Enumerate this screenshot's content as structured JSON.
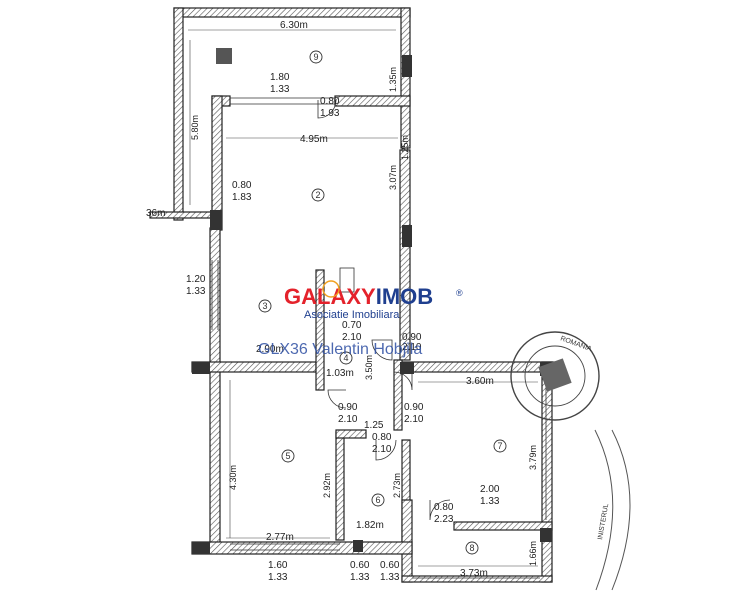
{
  "watermark": {
    "logo_parts": [
      "GAL",
      "AXY",
      "IMOB"
    ],
    "logo_mark": "®",
    "tagline": "Asociatie Imobiliara",
    "agent": "GLX36 Valentin Hobjila",
    "colors": {
      "gal": "#e4222b",
      "axy": "#e4222b",
      "imob": "#1f3f8f",
      "agent": "#2e4fa3"
    }
  },
  "stamp": {
    "text": "ROMANIA",
    "side_text": "INISTERUL"
  },
  "rooms": [
    {
      "id": "room-9",
      "number": "9"
    },
    {
      "id": "room-2",
      "number": "2"
    },
    {
      "id": "room-3",
      "number": "3"
    },
    {
      "id": "room-4",
      "number": "4"
    },
    {
      "id": "room-5",
      "number": "5"
    },
    {
      "id": "room-6",
      "number": "6"
    },
    {
      "id": "room-7",
      "number": "7"
    },
    {
      "id": "room-8",
      "number": "8"
    }
  ],
  "dimensions": {
    "d_630": "6.30m",
    "d_180": "1.80",
    "d_133a": "1.33",
    "d_080a": "0.80",
    "d_193": "1.93",
    "d_135": "1.35m",
    "d_580": "5.80m",
    "d_495": "4.95m",
    "d_307": "3.07m",
    "d_125a": "1.25m",
    "d_080b": "0.80",
    "d_183": "1.83",
    "d_36": "36m",
    "d_120": "1.20",
    "d_133b": "1.33",
    "d_070": "0.70",
    "d_210a": "2.10",
    "d_090a": "0.90",
    "d_210b": "2.10",
    "d_290": "2.90m",
    "d_103": "1.03m",
    "d_350": "3.50m",
    "d_360": "3.60m",
    "d_090b": "0.90",
    "d_210c": "2.10",
    "d_090c": "0.90",
    "d_210d": "2.10",
    "d_125b": "1.25",
    "d_080c": "0.80",
    "d_210e": "2.10",
    "d_379": "3.79m",
    "d_430": "4.30m",
    "d_292": "2.92m",
    "d_273": "2.73m",
    "d_200": "2.00",
    "d_133c": "1.33",
    "d_080d": "0.80",
    "d_223": "2.23",
    "d_182": "1.82m",
    "d_166": "1.66m",
    "d_277": "2.77m",
    "d_160": "1.60",
    "d_133d": "1.33",
    "d_060a": "0.60",
    "d_133e": "1.33",
    "d_060b": "0.60",
    "d_133f": "1.33",
    "d_373": "3.73m"
  }
}
